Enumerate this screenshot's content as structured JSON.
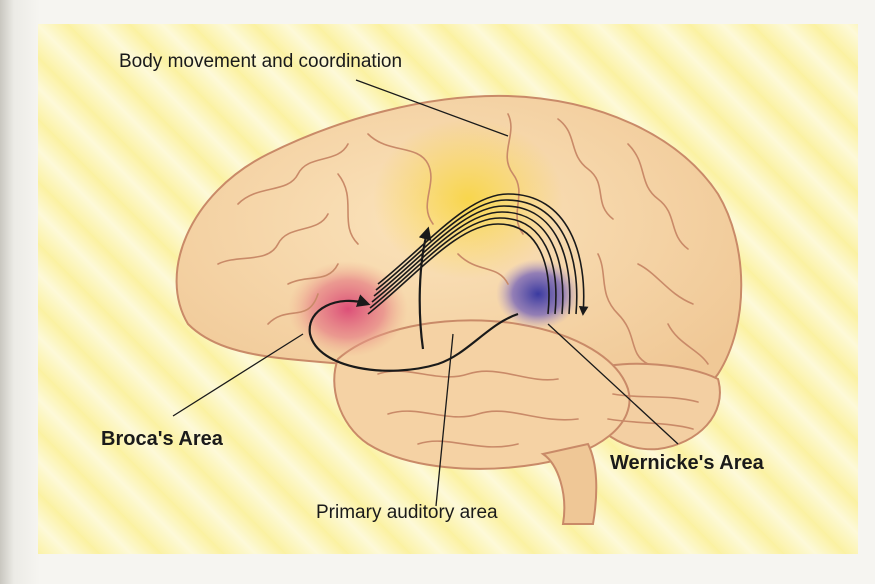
{
  "labels": {
    "body_movement": "Body movement and coordination",
    "broca": "Broca's Area",
    "wernicke": "Wernicke's Area",
    "auditory": "Primary auditory area"
  },
  "colors": {
    "brain": "#f6d4a4",
    "folds": "#c98a68",
    "motor_cortex": "#f6d23a",
    "broca": "#d9577a",
    "wernicke": "#5a4aa8",
    "pathway": "#1a1a1a"
  }
}
